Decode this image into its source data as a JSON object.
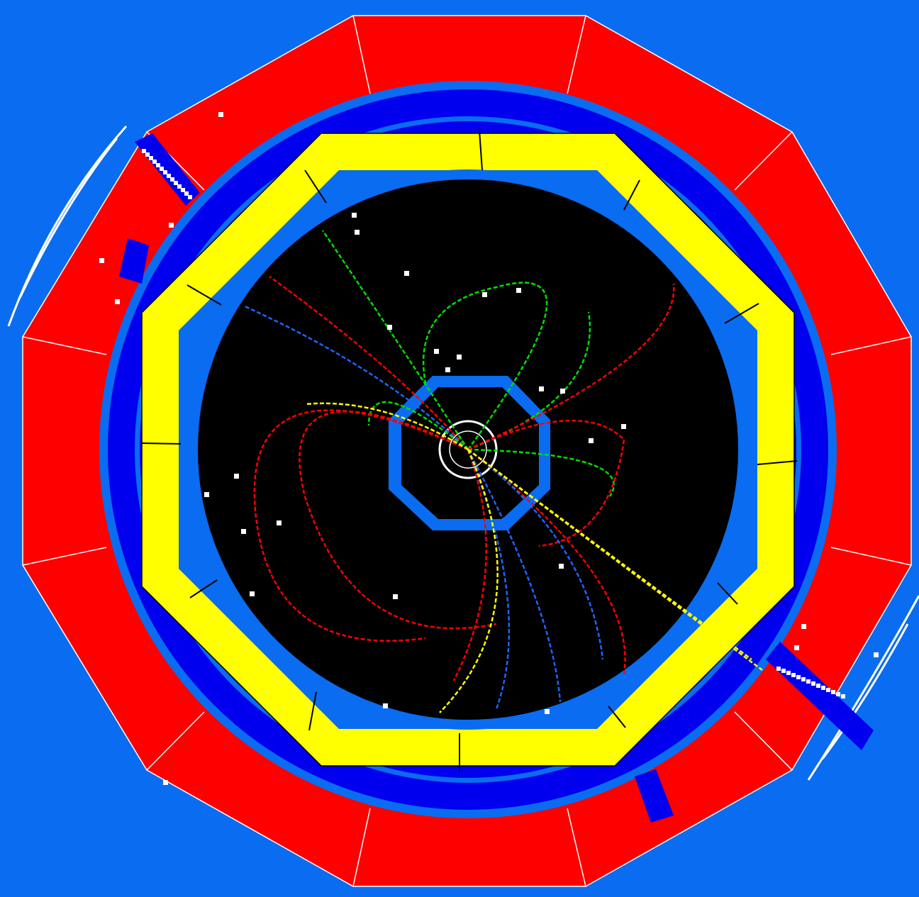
{
  "view": "detector-end-view",
  "colors": {
    "background": "#0a6cf0",
    "outer_calorimeter": "#ff0000",
    "magnet_ring": "#0000ee",
    "em_calorimeter": "#ffff00",
    "tracking_volume": "#000000",
    "segment_lines": "#ffffff",
    "track_red": "#ff0000",
    "track_green": "#00e000",
    "track_blue": "#1e64ff",
    "track_yellow": "#ffff00",
    "track_magenta": "#ff00ff",
    "hits": "#ffffff"
  },
  "layers": [
    "muon-chambers",
    "hadron-calorimeter",
    "coil",
    "em-calorimeter",
    "tracking-chamber",
    "vertex-detector"
  ],
  "track_colors": [
    "red",
    "green",
    "blue",
    "yellow",
    "magenta"
  ]
}
